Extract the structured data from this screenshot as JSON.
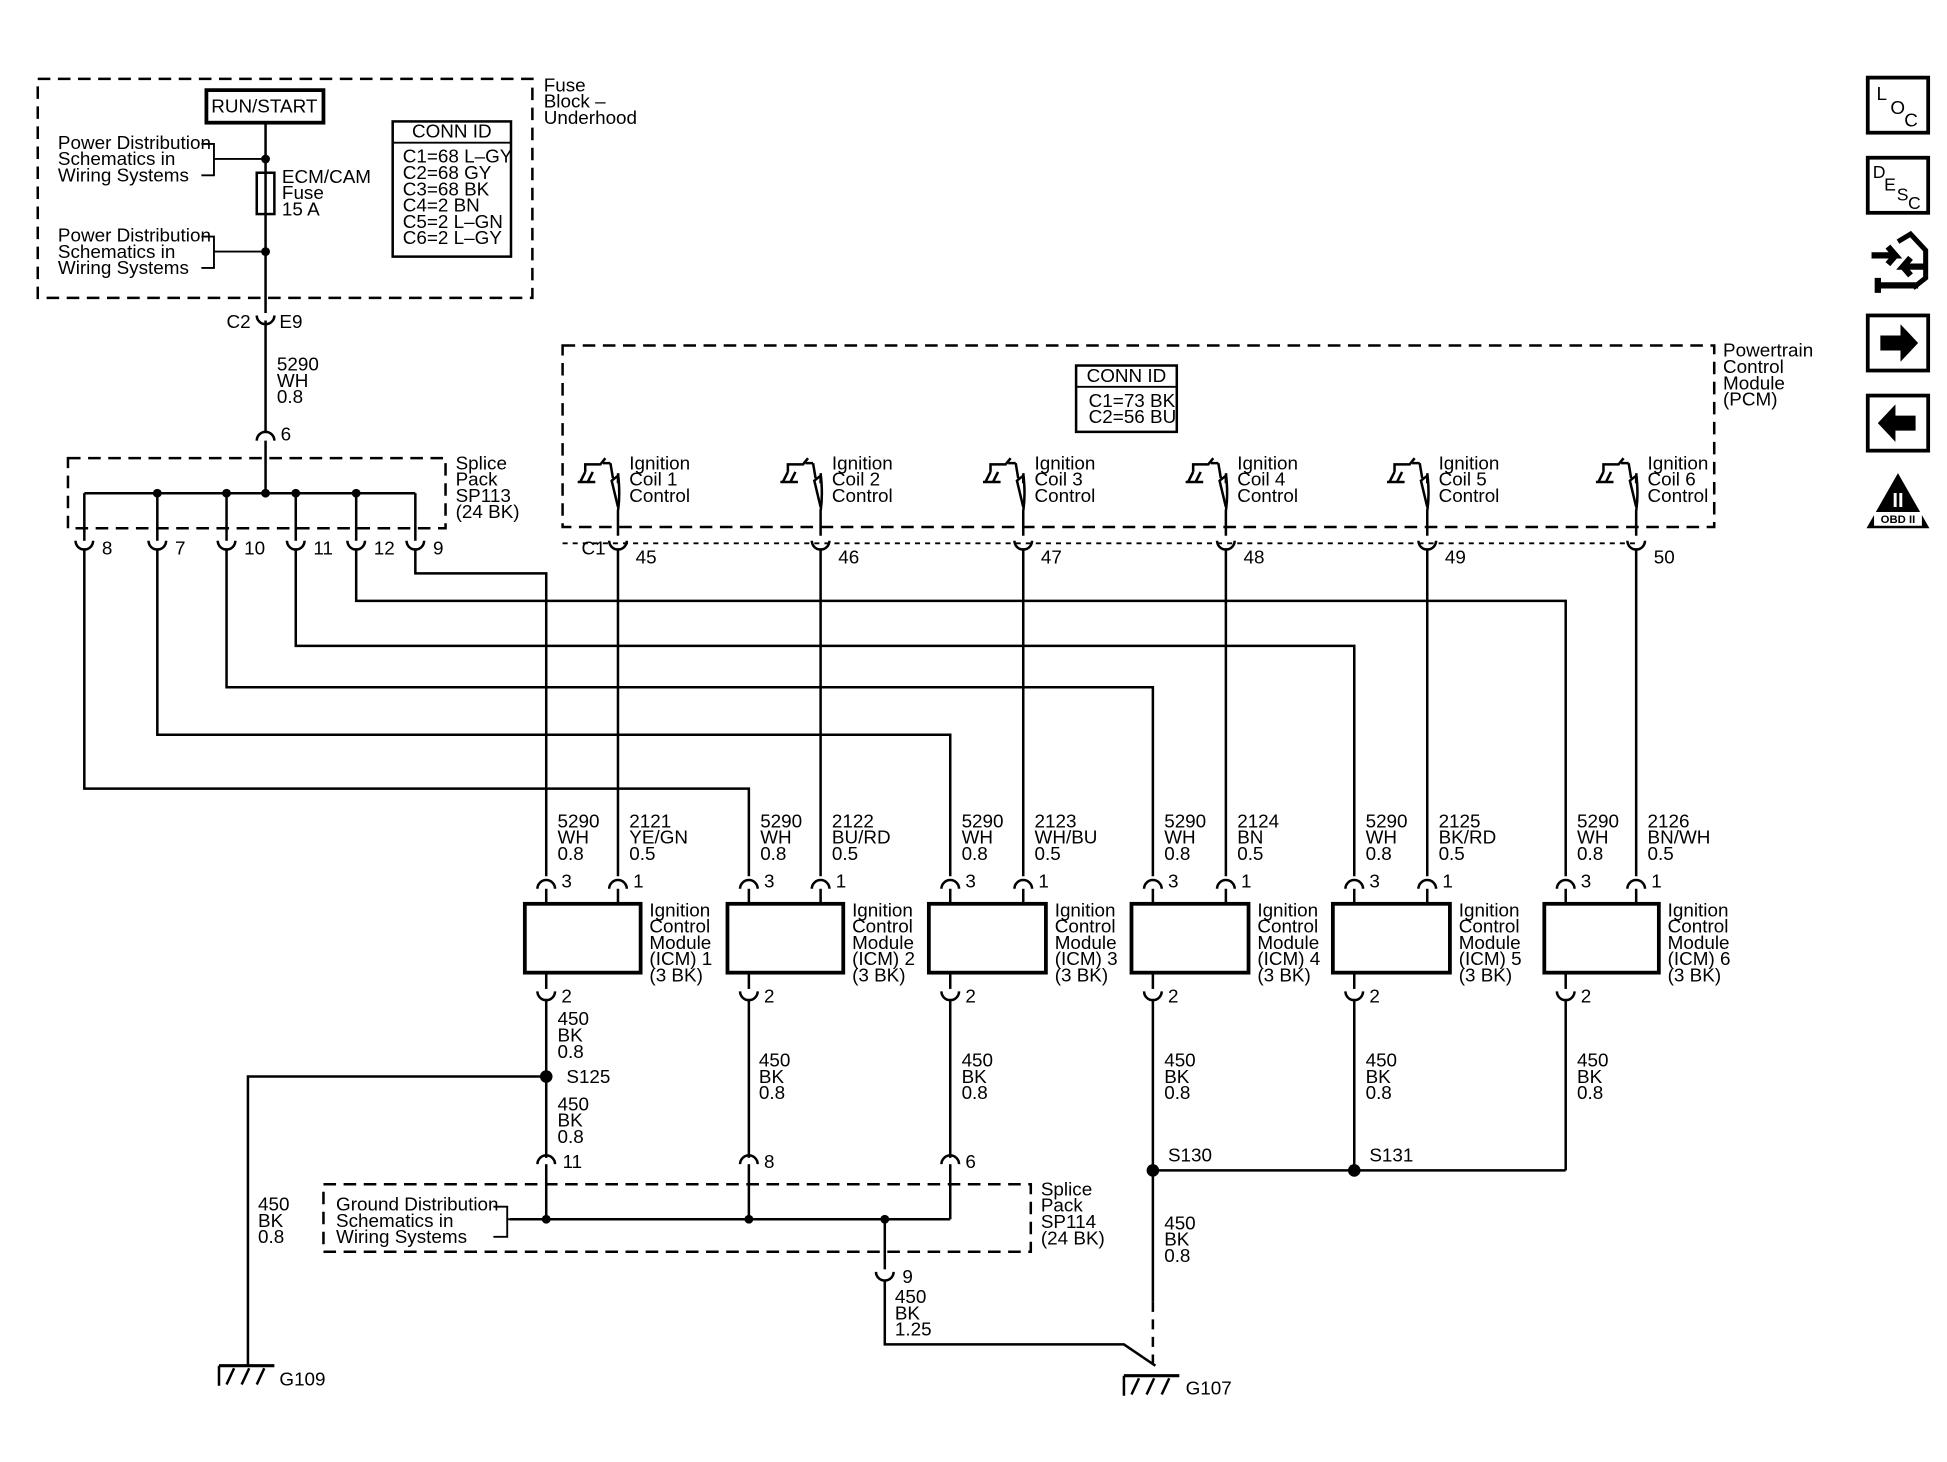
{
  "fuse_block": {
    "name_lines": [
      "Fuse",
      "Block –",
      "Underhood"
    ],
    "run_start": "RUN/START",
    "power_dist_1": [
      "Power Distribution",
      "Schematics in",
      "Wiring Systems"
    ],
    "power_dist_2": [
      "Power Distribution",
      "Schematics in",
      "Wiring Systems"
    ],
    "fuse_lines": [
      "ECM/CAM",
      "Fuse",
      "15 A"
    ],
    "conn_id": {
      "title": "CONN ID",
      "rows": [
        "C1=68 L–GY",
        "C2=68 GY",
        "C3=68 BK",
        "C4=2 BN",
        "C5=2 L–GN",
        "C6=2 L–GY"
      ]
    },
    "out_conn": "C2",
    "out_pin": "E9"
  },
  "feed_wire": [
    "5290",
    "WH",
    "0.8"
  ],
  "sp113": {
    "in_pin": "6",
    "name_lines": [
      "Splice",
      "Pack",
      "SP113",
      "(24 BK)"
    ],
    "pins": [
      "8",
      "7",
      "10",
      "11",
      "12",
      "9"
    ]
  },
  "pcm": {
    "name_lines": [
      "Powertrain",
      "Control",
      "Module",
      "(PCM)"
    ],
    "conn_id": {
      "title": "CONN ID",
      "rows": [
        "C1=73 BK",
        "C2=56 BU"
      ]
    },
    "conn": "C1",
    "drivers": [
      {
        "lines": [
          "Ignition",
          "Coil 1",
          "Control"
        ],
        "pin": "45"
      },
      {
        "lines": [
          "Ignition",
          "Coil 2",
          "Control"
        ],
        "pin": "46"
      },
      {
        "lines": [
          "Ignition",
          "Coil 3",
          "Control"
        ],
        "pin": "47"
      },
      {
        "lines": [
          "Ignition",
          "Coil 4",
          "Control"
        ],
        "pin": "48"
      },
      {
        "lines": [
          "Ignition",
          "Coil 5",
          "Control"
        ],
        "pin": "49"
      },
      {
        "lines": [
          "Ignition",
          "Coil 6",
          "Control"
        ],
        "pin": "50"
      }
    ]
  },
  "icms": [
    {
      "feed": [
        "5290",
        "WH",
        "0.8"
      ],
      "ctrl": [
        "2121",
        "YE/GN",
        "0.5"
      ],
      "name_lines": [
        "Ignition",
        "Control",
        "Module",
        "(ICM) 1",
        "(3 BK)"
      ],
      "pin_feed": "3",
      "pin_ctrl": "1",
      "pin_gnd": "2"
    },
    {
      "feed": [
        "5290",
        "WH",
        "0.8"
      ],
      "ctrl": [
        "2122",
        "BU/RD",
        "0.5"
      ],
      "name_lines": [
        "Ignition",
        "Control",
        "Module",
        "(ICM) 2",
        "(3 BK)"
      ],
      "pin_feed": "3",
      "pin_ctrl": "1",
      "pin_gnd": "2"
    },
    {
      "feed": [
        "5290",
        "WH",
        "0.8"
      ],
      "ctrl": [
        "2123",
        "WH/BU",
        "0.5"
      ],
      "name_lines": [
        "Ignition",
        "Control",
        "Module",
        "(ICM) 3",
        "(3 BK)"
      ],
      "pin_feed": "3",
      "pin_ctrl": "1",
      "pin_gnd": "2"
    },
    {
      "feed": [
        "5290",
        "WH",
        "0.8"
      ],
      "ctrl": [
        "2124",
        "BN",
        "0.5"
      ],
      "name_lines": [
        "Ignition",
        "Control",
        "Module",
        "(ICM) 4",
        "(3 BK)"
      ],
      "pin_feed": "3",
      "pin_ctrl": "1",
      "pin_gnd": "2"
    },
    {
      "feed": [
        "5290",
        "WH",
        "0.8"
      ],
      "ctrl": [
        "2125",
        "BK/RD",
        "0.5"
      ],
      "name_lines": [
        "Ignition",
        "Control",
        "Module",
        "(ICM) 5",
        "(3 BK)"
      ],
      "pin_feed": "3",
      "pin_ctrl": "1",
      "pin_gnd": "2"
    },
    {
      "feed": [
        "5290",
        "WH",
        "0.8"
      ],
      "ctrl": [
        "2126",
        "BN/WH",
        "0.5"
      ],
      "name_lines": [
        "Ignition",
        "Control",
        "Module",
        "(ICM) 6",
        "(3 BK)"
      ],
      "pin_feed": "3",
      "pin_ctrl": "1",
      "pin_gnd": "2"
    }
  ],
  "ground": {
    "icm1_wire": [
      "450",
      "BK",
      "0.8"
    ],
    "s125": "S125",
    "s125_down_wire": [
      "450",
      "BK",
      "0.8"
    ],
    "g109_wire": [
      "450",
      "BK",
      "0.8"
    ],
    "icm_wires": [
      [
        "450",
        "BK",
        "0.8"
      ],
      [
        "450",
        "BK",
        "0.8"
      ],
      [
        "450",
        "BK",
        "0.8"
      ],
      [
        "450",
        "BK",
        "0.8"
      ],
      [
        "450",
        "BK",
        "0.8"
      ]
    ],
    "s130": "S130",
    "s131": "S131",
    "g107_wire": [
      "450",
      "BK",
      "0.8"
    ],
    "sp114": {
      "name_lines": [
        "Splice",
        "Pack",
        "SP114",
        "(24 BK)"
      ],
      "pins": [
        "11",
        "8",
        "6"
      ],
      "out_pin": "9",
      "ground_dist": [
        "Ground Distribution",
        "Schematics in",
        "Wiring Systems"
      ]
    },
    "sp114_out_wire": [
      "450",
      "BK",
      "1.25"
    ],
    "g109": "G109",
    "g107": "G107"
  },
  "toolbar": {
    "loc": [
      "L",
      "O",
      "C"
    ],
    "desc": [
      "D",
      "E",
      "S",
      "C"
    ],
    "obd": [
      "II",
      "OBD II"
    ]
  }
}
